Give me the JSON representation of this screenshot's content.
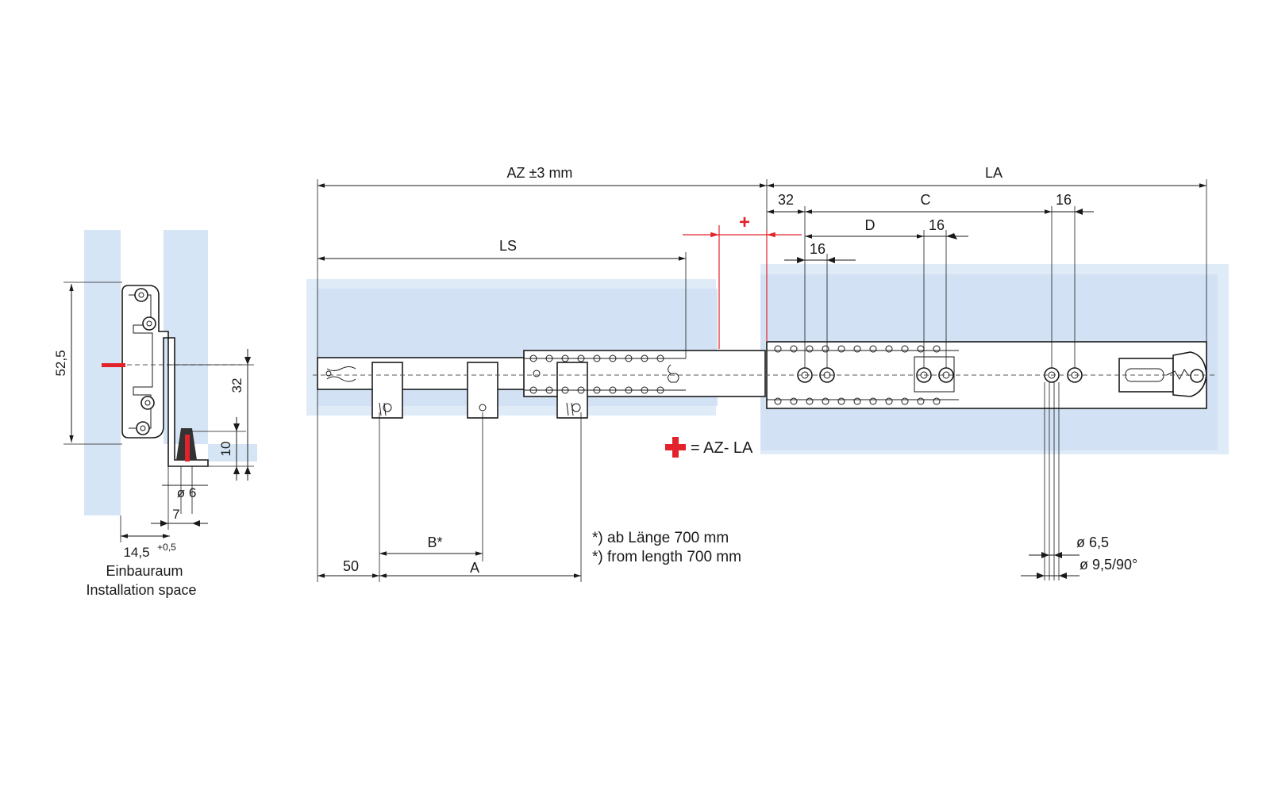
{
  "colors": {
    "line": "#1a1a1a",
    "zone": "#cfe0f3",
    "accent_red": "#e3232b",
    "background": "#ffffff"
  },
  "cross_section": {
    "dim_height_total": "52,5",
    "dim_center": "32",
    "dim_bottom": "10",
    "dim_pin_dia": "ø 6",
    "dim_pin_offset": "7",
    "dim_width": "14,5",
    "dim_width_tol": "+0,5",
    "caption_de": "Einbauraum",
    "caption_en": "Installation space"
  },
  "slide_view": {
    "dim_az": "AZ ±3 mm",
    "dim_la": "LA",
    "dim_ls": "LS",
    "dim_32": "32",
    "dim_c": "C",
    "dim_16_right": "16",
    "dim_d": "D",
    "dim_16_mid": "16",
    "dim_16_left": "16",
    "dim_50": "50",
    "dim_b": "B*",
    "dim_a": "A",
    "dim_hole_small": "ø 6,5",
    "dim_hole_countersink": "ø 9,5/90°",
    "plus_sign": "+",
    "legend_plus_text": "= AZ- LA",
    "note_de": "*) ab Länge 700 mm",
    "note_en": "*) from length 700 mm"
  }
}
